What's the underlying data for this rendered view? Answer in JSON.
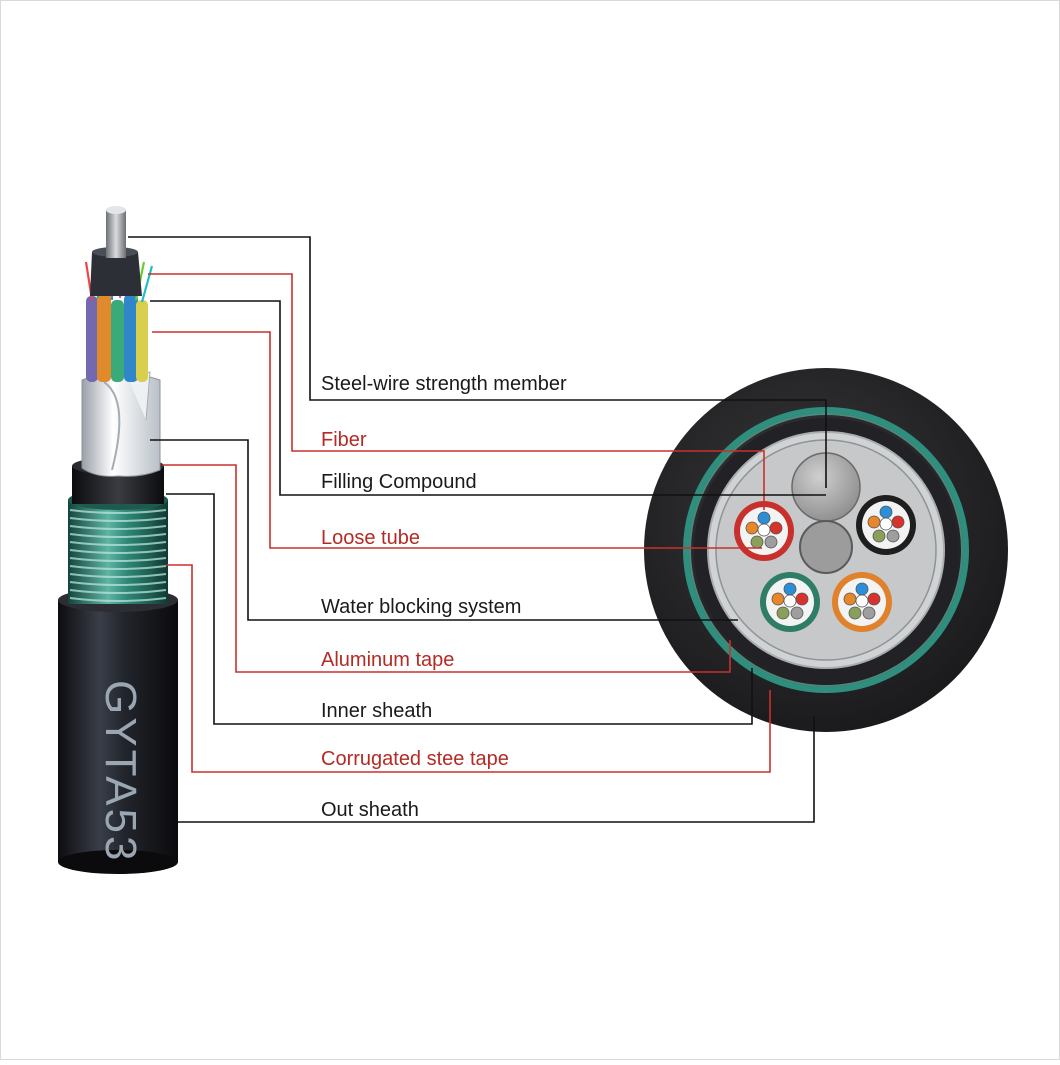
{
  "cable_marking": "GYTA53",
  "colors": {
    "black_label": "#1a1a1a",
    "red_label": "#b52a24",
    "black_leader": "#111111",
    "red_leader": "#c8312b",
    "sheath": "#1f1f22",
    "armor_green": "#2e8f7e",
    "aluminum": "#cfd3d4"
  },
  "labels": [
    {
      "id": "steel-wire-strength-member",
      "text": "Steel-wire strength member",
      "color": "black"
    },
    {
      "id": "fiber",
      "text": "Fiber",
      "color": "red"
    },
    {
      "id": "filling-compound",
      "text": "Filling Compound",
      "color": "black"
    },
    {
      "id": "loose-tube",
      "text": "Loose tube",
      "color": "red"
    },
    {
      "id": "water-blocking-system",
      "text": "Water blocking system",
      "color": "black"
    },
    {
      "id": "aluminum-tape",
      "text": "Aluminum tape",
      "color": "red"
    },
    {
      "id": "inner-sheath",
      "text": "Inner sheath",
      "color": "black"
    },
    {
      "id": "corrugated-steel-tape",
      "text": "Corrugated stee tape",
      "color": "red"
    },
    {
      "id": "out-sheath",
      "text": "Out sheath",
      "color": "black"
    }
  ],
  "tube_fiber_colors": [
    "#2a8fd6",
    "#e8872a",
    "#ffffff",
    "#d8322c",
    "#8aa05a",
    "#9e9e9e"
  ],
  "loose_tube_ring_colors": [
    "#c8312b",
    "#1e1e1e",
    "#2f7d66",
    "#e0812c"
  ]
}
